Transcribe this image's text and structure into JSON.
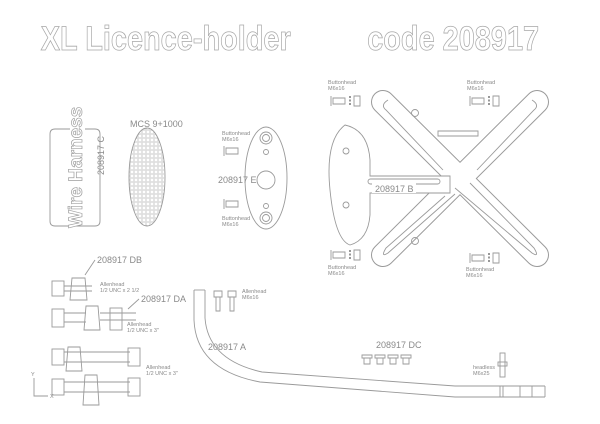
{
  "title": "XL Licence-holder",
  "code": "code 208917",
  "parts": {
    "harness": {
      "text": "Wire Harness",
      "code": "208917 C"
    },
    "reflector": {
      "code": "MCS 9+1000"
    },
    "plate_e": {
      "code": "208917 E",
      "screw_top": [
        "Buttonhead",
        "M6x16"
      ],
      "screw_bottom": [
        "Buttonhead",
        "M6x16"
      ]
    },
    "plate_b": {
      "code": "208917 B",
      "screws": [
        [
          "Buttonhead",
          "M6x16"
        ],
        [
          "Buttonhead",
          "M6x16"
        ],
        [
          "Buttonhead",
          "M6x16"
        ],
        [
          "Buttonhead",
          "M6x16"
        ]
      ]
    },
    "db": {
      "code": "208917 DB",
      "bolt": [
        "Allenhead",
        "1/2 UNC x 2 1/2"
      ]
    },
    "da": {
      "code": "208917 DA",
      "bolt": [
        "Allenhead",
        "1/2 UNC x 3\""
      ]
    },
    "bolt3": [
      "Allenhead",
      "1/2 UNC x 3\""
    ],
    "allen_m6": [
      "Allenhead",
      "M6x16"
    ],
    "arm_a": {
      "code": "208917 A"
    },
    "dc": {
      "code": "208917 DC"
    },
    "headless": [
      "headless",
      "M6x25"
    ]
  },
  "axes": {
    "x": "X",
    "y": "Y"
  }
}
